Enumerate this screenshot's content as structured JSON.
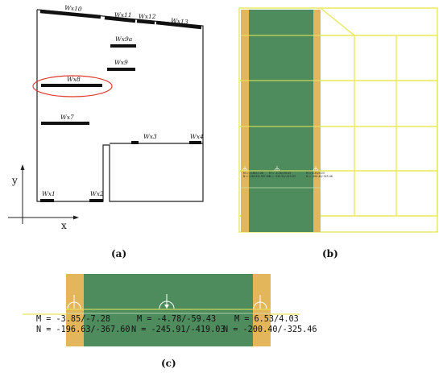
{
  "panel_a": {
    "caption": "(a)",
    "walls": {
      "wx10": "Wx10",
      "wx11": "Wx11",
      "wx12": "Wx12",
      "wx13": "Wx13",
      "wx9a": "Wx9a",
      "wx9": "Wx9",
      "wx8": "Wx8",
      "wx7": "Wx7",
      "wx3": "Wx3",
      "wx4": "Wx4",
      "wx1": "Wx1",
      "wx2": "Wx2"
    },
    "axis_x": "x",
    "axis_y": "y",
    "highlight_color": "#e03a2f"
  },
  "panel_b": {
    "caption": "(b)",
    "frame_color": "#e8e85a",
    "wall_color": "#4e8c5e",
    "edge_color": "#e3b65b",
    "mini_labels": {
      "left_m": "M = -3.85/-7.28",
      "left_n": "N = -196.63/-367.60",
      "mid_m": "M = -4.78/-59.43",
      "mid_n": "N = -245.91/-419.03",
      "right_m": "M = 6.53/4.03",
      "right_n": "N = -200.40/-325.46"
    }
  },
  "panel_c": {
    "caption": "(c)",
    "results": {
      "left_m": "M = -3.85/-7.28",
      "left_n": "N = -196.63/-367.60",
      "mid_m": "M = -4.78/-59.43",
      "mid_n": "N = -245.91/-419.03",
      "right_m": "M = 6.53/4.03",
      "right_n": "N = -200.40/-325.46"
    }
  }
}
